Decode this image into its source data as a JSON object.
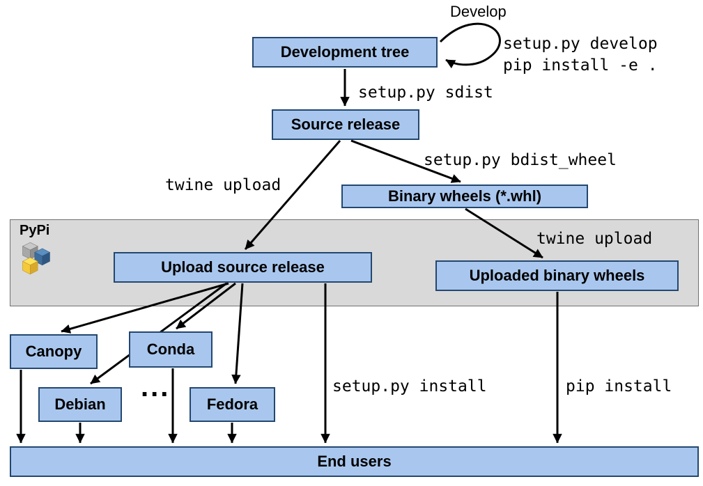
{
  "colors": {
    "node-fill": "#a9c7ee",
    "node-border": "#23476f",
    "band-fill": "#d9d9d9",
    "band-border": "#707070",
    "arrow": "#000000"
  },
  "region": {
    "label": "PyPi"
  },
  "nodes": {
    "development_tree": "Development tree",
    "source_release": "Source release",
    "binary_wheels": "Binary wheels (*.whl)",
    "upload_source_release": "Upload source release",
    "uploaded_binary_wheels": "Uploaded binary wheels",
    "canopy": "Canopy",
    "conda": "Conda",
    "debian": "Debian",
    "fedora": "Fedora",
    "end_users": "End users"
  },
  "edge_labels": {
    "develop": "Develop",
    "develop_cmd1": "setup.py develop",
    "develop_cmd2": "pip install -e .",
    "sdist": "setup.py sdist",
    "twine_upload_left": "twine upload",
    "bdist_wheel": "setup.py bdist_wheel",
    "twine_upload_right": "twine upload",
    "setup_install": "setup.py install",
    "pip_install": "pip install",
    "ellipsis": "..."
  }
}
